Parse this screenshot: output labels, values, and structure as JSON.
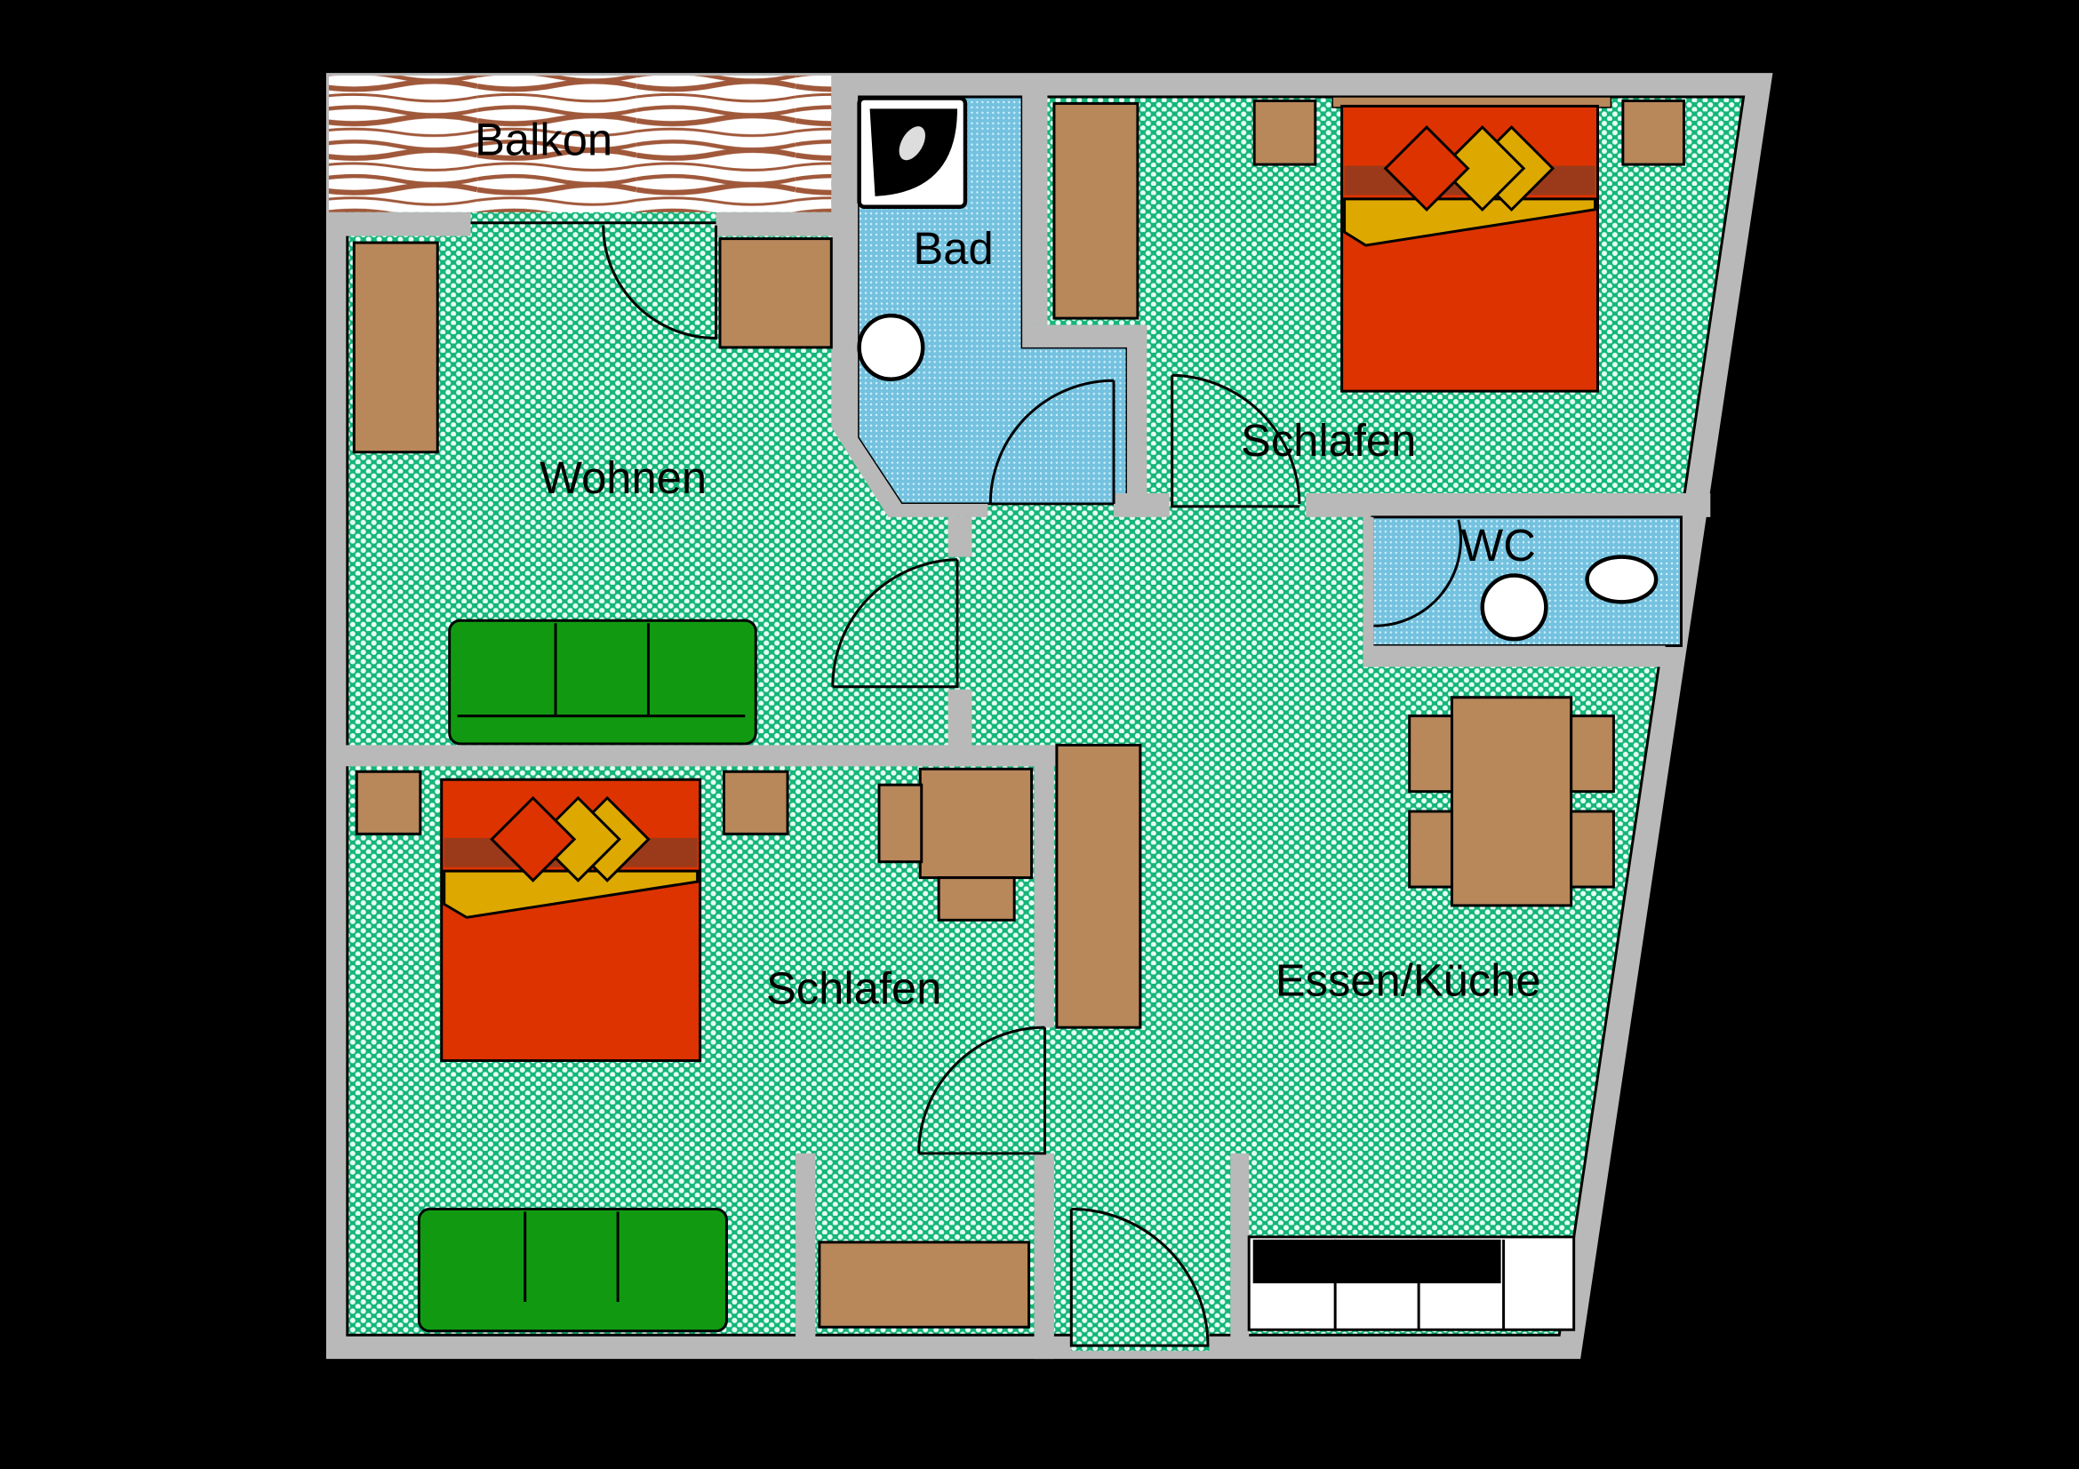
{
  "title": "Grundriss",
  "rooms": {
    "balkon": "Balkon",
    "bad": "Bad",
    "wohnen": "Wohnen",
    "schlafen_top": "Schlafen",
    "wc": "WC",
    "schlafen_bottom": "Schlafen",
    "essen_kueche": "Essen/Küche"
  },
  "colors": {
    "wall": "#b9b9b9",
    "floor_green": "#14b57a",
    "floor_blue": "#7cc8e4",
    "furniture": "#b8875a",
    "bed": "#dd3300",
    "pillow": "#dda800",
    "sofa": "#119a11"
  }
}
